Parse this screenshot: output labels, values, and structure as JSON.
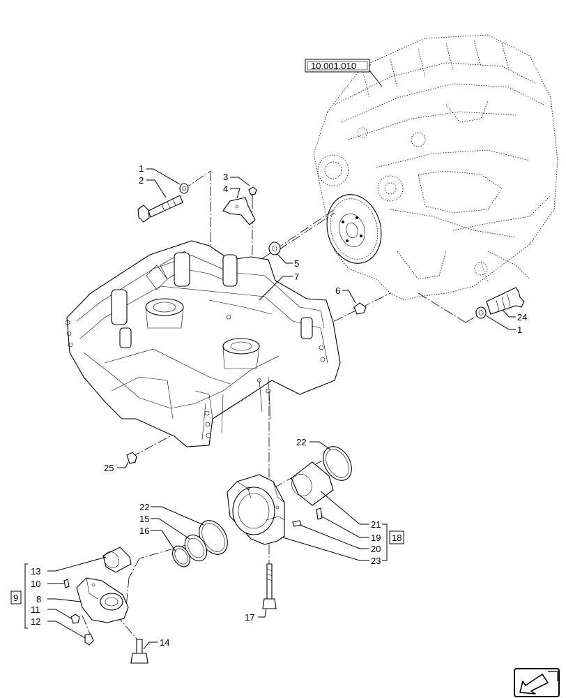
{
  "reference": "10.001.010",
  "callouts": [
    {
      "id": "c1a",
      "text": "1"
    },
    {
      "id": "c2",
      "text": "2"
    },
    {
      "id": "c3",
      "text": "3"
    },
    {
      "id": "c4",
      "text": "4"
    },
    {
      "id": "c5",
      "text": "5"
    },
    {
      "id": "c7",
      "text": "7"
    },
    {
      "id": "c6",
      "text": "6"
    },
    {
      "id": "c24",
      "text": "24"
    },
    {
      "id": "c1b",
      "text": "1"
    },
    {
      "id": "c25",
      "text": "25"
    },
    {
      "id": "c22a",
      "text": "22"
    },
    {
      "id": "c22b",
      "text": "22"
    },
    {
      "id": "c15",
      "text": "15"
    },
    {
      "id": "c16",
      "text": "16"
    },
    {
      "id": "c21",
      "text": "21"
    },
    {
      "id": "c19",
      "text": "19"
    },
    {
      "id": "c20",
      "text": "20"
    },
    {
      "id": "c23",
      "text": "23"
    },
    {
      "id": "c13",
      "text": "13"
    },
    {
      "id": "c10",
      "text": "10"
    },
    {
      "id": "c8",
      "text": "8"
    },
    {
      "id": "c11",
      "text": "11"
    },
    {
      "id": "c12",
      "text": "12"
    },
    {
      "id": "c17",
      "text": "17"
    },
    {
      "id": "c14",
      "text": "14"
    }
  ],
  "groups": [
    {
      "id": "g18",
      "text": "18"
    },
    {
      "id": "g9",
      "text": "9"
    }
  ],
  "nav_icon": "next-page-arrow-icon"
}
